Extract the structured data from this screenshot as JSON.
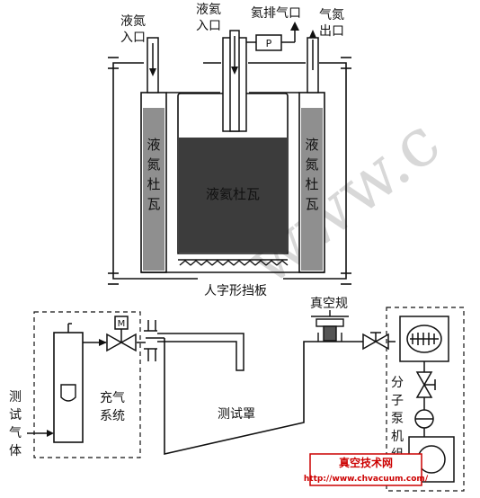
{
  "labels": {
    "ln_inlet_left": [
      "液氮",
      "入口"
    ],
    "lhe_inlet": [
      "液氦",
      "入口"
    ],
    "he_exhaust": "氦排气口",
    "n_outlet": [
      "气氮",
      "出口"
    ],
    "ln_dewar_left": [
      "液",
      "氮",
      "杜",
      "瓦"
    ],
    "ln_dewar_right": [
      "液",
      "氮",
      "杜",
      "瓦"
    ],
    "lhe_dewar": "液氦杜瓦",
    "chevron_baffle": "人字形挡板",
    "vacuum_gauge": "真空规",
    "test_hood": "测试罩",
    "charging_system": [
      "充气",
      "系统"
    ],
    "test_gas": [
      "测",
      "试",
      "气",
      "体"
    ],
    "molecular_pump": [
      "分",
      "子",
      "泵",
      "机",
      "组"
    ],
    "pressure_gauge_symbol": "P",
    "motor_symbol": "M"
  },
  "watermark": "www.c",
  "badge": {
    "title": "真空技术网",
    "url": "http://www.chvacuum.com/"
  },
  "colors": {
    "line": "#111111",
    "ln_fill": "#8f8f8f",
    "lhe_liquid": "#3c3c3c",
    "badge_border": "#cc0000",
    "badge_text": "#cc0000"
  }
}
